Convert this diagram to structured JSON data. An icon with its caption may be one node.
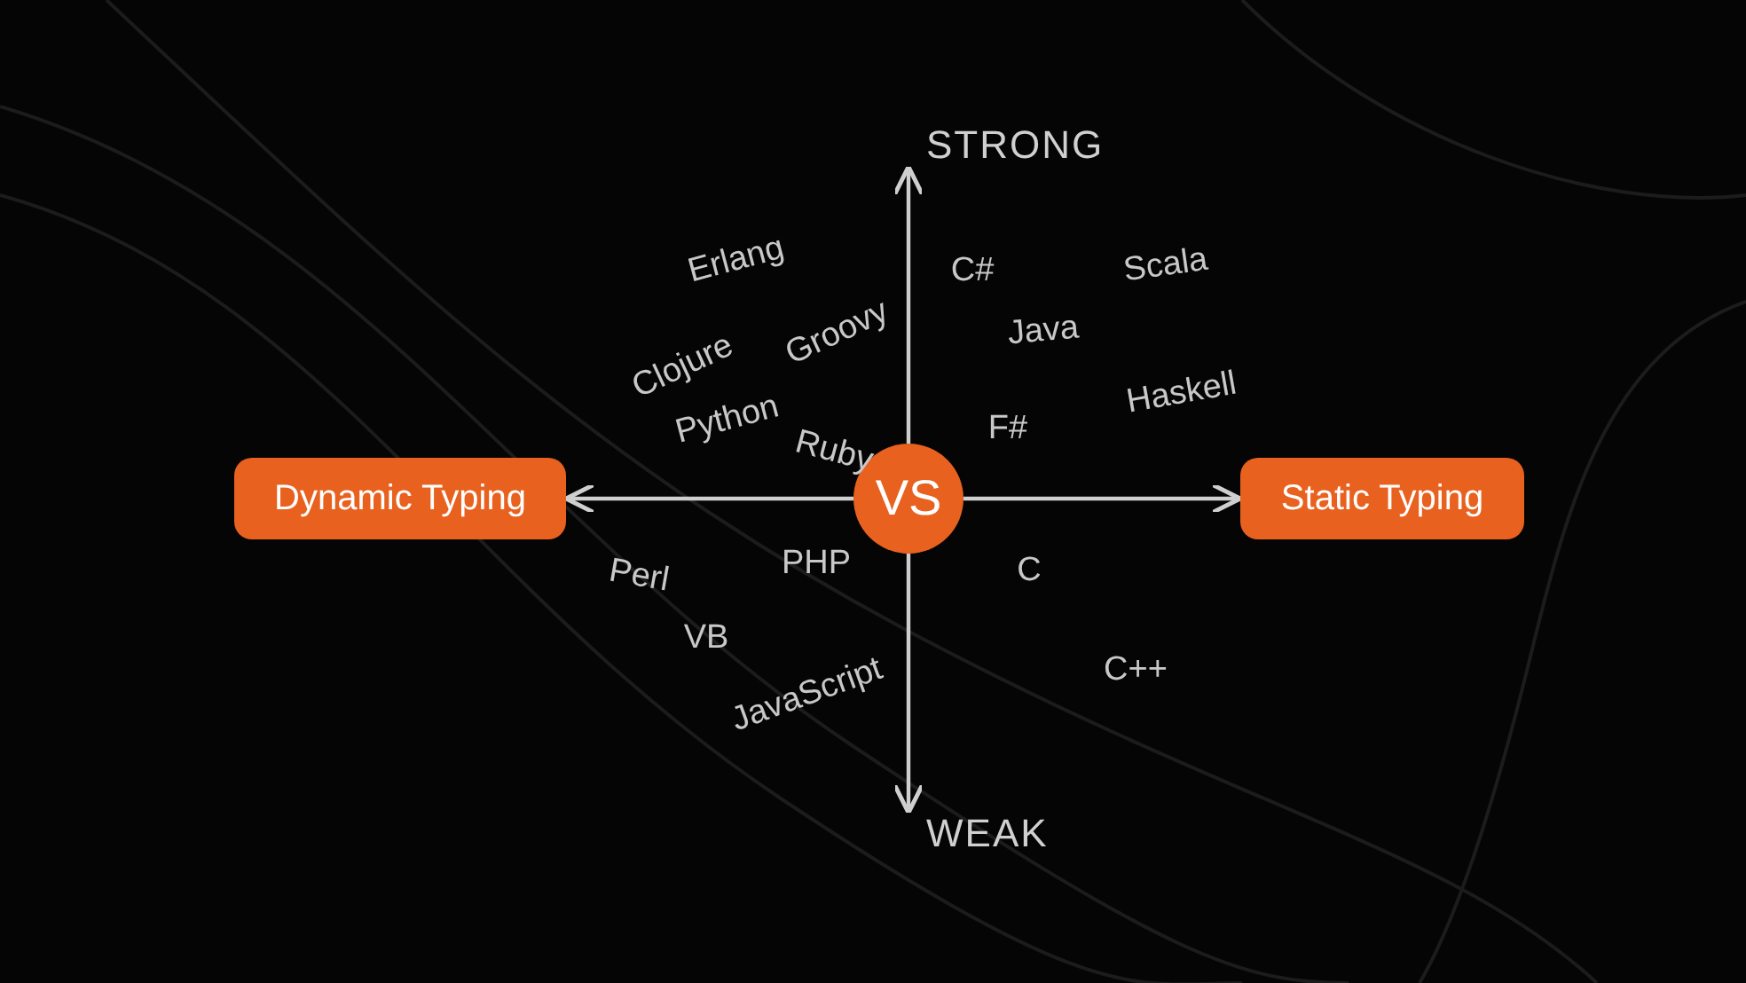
{
  "diagram": {
    "nodes": [
      {
        "text": [
          "STRONG"
        ]
      },
      {
        "text": [
          "Dynamic Typing"
        ]
      },
      {
        "text": [
          "VS"
        ]
      },
      {
        "text": [
          "Static Typing"
        ]
      },
      {
        "text": [
          "WEAK"
        ]
      }
    ],
    "edges": [
      {
        "from": 2,
        "to": 0,
        "arrow": "to"
      },
      {
        "from": 2,
        "to": 1,
        "arrow": "to"
      },
      {
        "from": 2,
        "to": 3,
        "arrow": "to"
      },
      {
        "from": 2,
        "to": 4,
        "arrow": "to"
      }
    ],
    "labels": [
      "Erlang",
      "C#",
      "Scala",
      "Clojure",
      "Groovy",
      "Java",
      "Haskell",
      "Python",
      "Ruby",
      "F#",
      "Perl",
      "PHP",
      "C",
      "VB",
      "C++",
      "JavaScript"
    ]
  }
}
